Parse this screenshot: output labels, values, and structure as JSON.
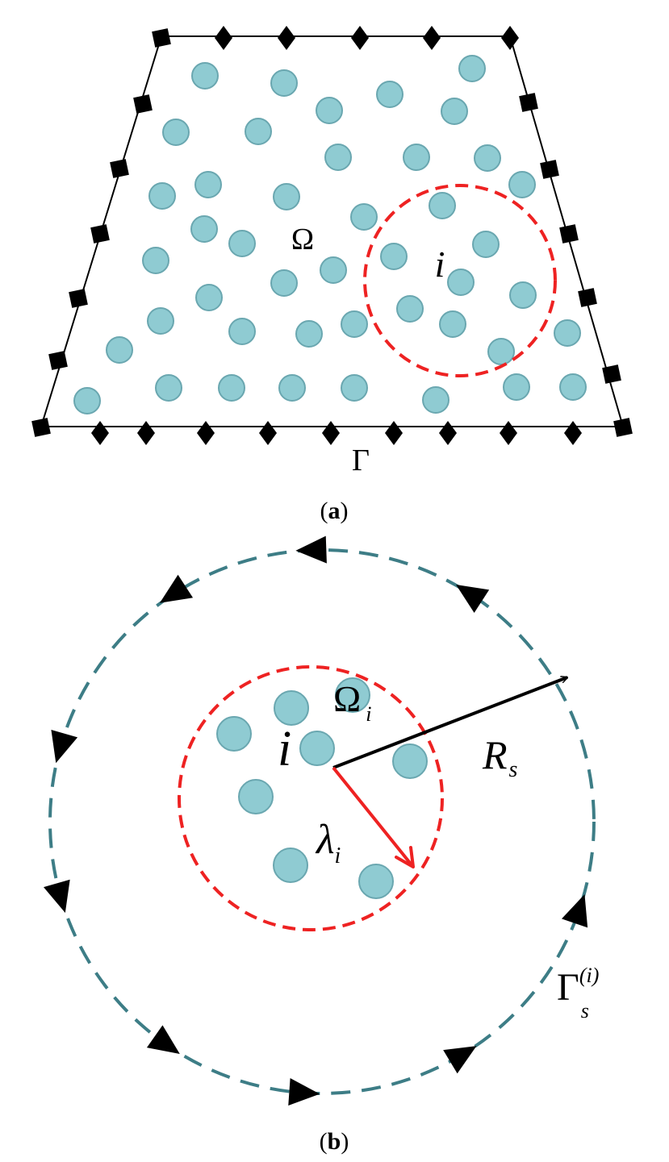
{
  "colors": {
    "particle_fill": "#8fcbd2",
    "particle_stroke": "#6aa7b0",
    "support_circle": "#ee2222",
    "boundary_circle": "#3d7d86",
    "boundary_line": "#000000",
    "node_marker": "#000000"
  },
  "panel_a": {
    "domain_label": "Ω",
    "node_label": "i",
    "boundary_label": "Γ",
    "caption_open": "(",
    "caption_letter": "a",
    "caption_close": ")"
  },
  "panel_b": {
    "domain_label": "Ω",
    "domain_sub": "i",
    "node_label": "i",
    "radius_label": "R",
    "radius_sub": "s",
    "lambda_label": "λ",
    "lambda_sub": "i",
    "boundary_label": "Γ",
    "boundary_sub": "s",
    "boundary_sup": "(i)",
    "caption_open": "(",
    "caption_letter": "b",
    "caption_close": ")"
  },
  "icons": {
    "square_marker": "boundary-node-square-icon",
    "diamond_marker": "boundary-node-diamond-icon",
    "direction_arrow": "integration-direction-arrow-icon"
  }
}
